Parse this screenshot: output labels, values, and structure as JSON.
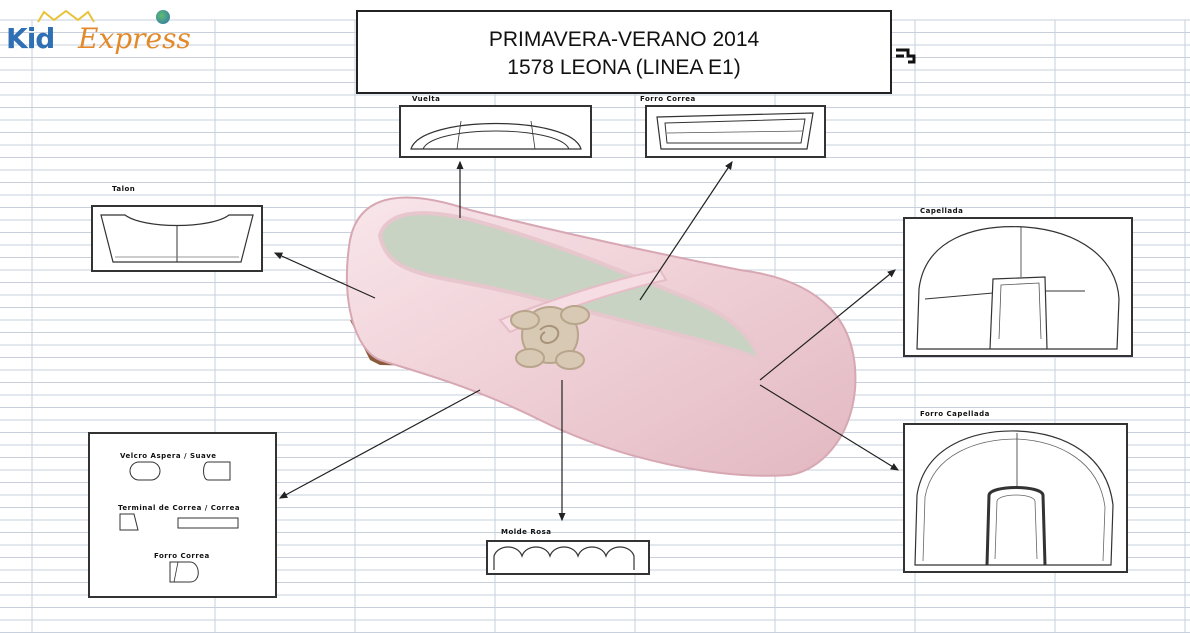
{
  "logo": {
    "kid": "Kid",
    "express": "Express"
  },
  "header": {
    "line1": "PRIMAVERA-VERANO 2014",
    "line2": "1578 LEONA (LINEA E1)"
  },
  "pieces": {
    "talon": "Talon",
    "vuelta": "Vuelta",
    "forro_correa": "Forro Correa",
    "capellada": "Capellada",
    "forro_capellada": "Forro Capellada",
    "molde_rosa": "Molde Rosa",
    "velcro": "Velcro Aspera / Suave",
    "terminal": "Terminal de Correa / Correa",
    "forro_corre": "Forro Correa"
  },
  "colors": {
    "logo_blue": "#2f6fb3",
    "logo_orange": "#e28a2b",
    "shoe_pink": "#f3d9df",
    "lining": "#c9d3c3",
    "rose": "#d8c9b4",
    "sole": "#8a5a3a"
  }
}
